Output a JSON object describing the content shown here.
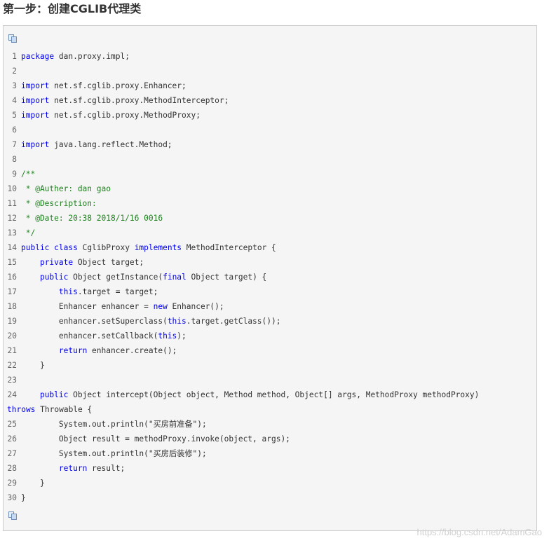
{
  "heading": "第一步：创建CGLIB代理类",
  "watermark": "https://blog.csdn.net/AdamGao",
  "code_lines": [
    {
      "n": "1",
      "segs": [
        {
          "t": "package",
          "k": "kw"
        },
        {
          "t": " dan.proxy.impl;",
          "k": ""
        }
      ]
    },
    {
      "n": "2",
      "segs": []
    },
    {
      "n": "3",
      "segs": [
        {
          "t": "import",
          "k": "kw"
        },
        {
          "t": " net.sf.cglib.proxy.Enhancer;",
          "k": ""
        }
      ]
    },
    {
      "n": "4",
      "segs": [
        {
          "t": "import",
          "k": "kw"
        },
        {
          "t": " net.sf.cglib.proxy.MethodInterceptor;",
          "k": ""
        }
      ]
    },
    {
      "n": "5",
      "segs": [
        {
          "t": "import",
          "k": "kw"
        },
        {
          "t": " net.sf.cglib.proxy.MethodProxy;",
          "k": ""
        }
      ]
    },
    {
      "n": "6",
      "segs": []
    },
    {
      "n": "7",
      "segs": [
        {
          "t": "import",
          "k": "kw"
        },
        {
          "t": " java.lang.reflect.Method;",
          "k": ""
        }
      ]
    },
    {
      "n": "8",
      "segs": []
    },
    {
      "n": "9",
      "segs": [
        {
          "t": "/**",
          "k": "cm"
        }
      ]
    },
    {
      "n": "10",
      "segs": [
        {
          "t": " * @Auther: dan gao",
          "k": "cm"
        }
      ]
    },
    {
      "n": "11",
      "segs": [
        {
          "t": " * @Description:",
          "k": "cm"
        }
      ]
    },
    {
      "n": "12",
      "segs": [
        {
          "t": " * @Date: 20:38 2018/1/16 0016",
          "k": "cm"
        }
      ]
    },
    {
      "n": "13",
      "segs": [
        {
          "t": " */",
          "k": "cm"
        }
      ]
    },
    {
      "n": "14",
      "segs": [
        {
          "t": "public",
          "k": "kw"
        },
        {
          "t": " ",
          "k": ""
        },
        {
          "t": "class",
          "k": "kw"
        },
        {
          "t": " CglibProxy ",
          "k": ""
        },
        {
          "t": "implements",
          "k": "kw"
        },
        {
          "t": " MethodInterceptor {",
          "k": ""
        }
      ]
    },
    {
      "n": "15",
      "segs": [
        {
          "t": "    ",
          "k": ""
        },
        {
          "t": "private",
          "k": "kw"
        },
        {
          "t": " Object target;",
          "k": ""
        }
      ]
    },
    {
      "n": "16",
      "segs": [
        {
          "t": "    ",
          "k": ""
        },
        {
          "t": "public",
          "k": "kw"
        },
        {
          "t": " Object getInstance(",
          "k": ""
        },
        {
          "t": "final",
          "k": "kw"
        },
        {
          "t": " Object target) {",
          "k": ""
        }
      ]
    },
    {
      "n": "17",
      "segs": [
        {
          "t": "        ",
          "k": ""
        },
        {
          "t": "this",
          "k": "kw"
        },
        {
          "t": ".target = target;",
          "k": ""
        }
      ]
    },
    {
      "n": "18",
      "segs": [
        {
          "t": "        Enhancer enhancer = ",
          "k": ""
        },
        {
          "t": "new",
          "k": "kw"
        },
        {
          "t": " Enhancer();",
          "k": ""
        }
      ]
    },
    {
      "n": "19",
      "segs": [
        {
          "t": "        enhancer.setSuperclass(",
          "k": ""
        },
        {
          "t": "this",
          "k": "kw"
        },
        {
          "t": ".target.getClass());",
          "k": ""
        }
      ]
    },
    {
      "n": "20",
      "segs": [
        {
          "t": "        enhancer.setCallback(",
          "k": ""
        },
        {
          "t": "this",
          "k": "kw"
        },
        {
          "t": ");",
          "k": ""
        }
      ]
    },
    {
      "n": "21",
      "segs": [
        {
          "t": "        ",
          "k": ""
        },
        {
          "t": "return",
          "k": "kw"
        },
        {
          "t": " enhancer.create();",
          "k": ""
        }
      ]
    },
    {
      "n": "22",
      "segs": [
        {
          "t": "    }",
          "k": ""
        }
      ]
    },
    {
      "n": "23",
      "segs": []
    },
    {
      "n": "24",
      "segs": [
        {
          "t": "    ",
          "k": ""
        },
        {
          "t": "public",
          "k": "kw"
        },
        {
          "t": " Object intercept(Object object, Method method, Object[] args, MethodProxy methodProxy)",
          "k": ""
        }
      ]
    },
    {
      "n": "",
      "segs": [
        {
          "t": "throws",
          "k": "kw"
        },
        {
          "t": " Throwable {",
          "k": ""
        }
      ]
    },
    {
      "n": "25",
      "segs": [
        {
          "t": "        System.out.println(\"买房前准备\");",
          "k": ""
        }
      ]
    },
    {
      "n": "26",
      "segs": [
        {
          "t": "        Object result = methodProxy.invoke(object, args);",
          "k": ""
        }
      ]
    },
    {
      "n": "27",
      "segs": [
        {
          "t": "        System.out.println(\"买房后装修\");",
          "k": ""
        }
      ]
    },
    {
      "n": "28",
      "segs": [
        {
          "t": "        ",
          "k": ""
        },
        {
          "t": "return",
          "k": "kw"
        },
        {
          "t": " result;",
          "k": ""
        }
      ]
    },
    {
      "n": "29",
      "segs": [
        {
          "t": "    }",
          "k": ""
        }
      ]
    },
    {
      "n": "30",
      "segs": [
        {
          "t": "}",
          "k": ""
        }
      ]
    }
  ]
}
